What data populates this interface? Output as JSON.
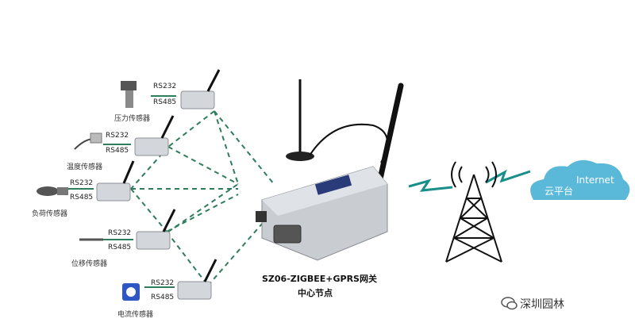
{
  "sensors": [
    {
      "name": "压力传感器",
      "rs232": "RS232",
      "rs485": "RS485"
    },
    {
      "name": "温度传感器",
      "rs232": "RS232",
      "rs485": "RS485"
    },
    {
      "name": "负荷传感器",
      "rs232": "RS232",
      "rs485": "RS485"
    },
    {
      "name": "位移传感器",
      "rs232": "RS232",
      "rs485": "RS485"
    },
    {
      "name": "电流传感器",
      "rs232": "RS232",
      "rs485": "RS485"
    }
  ],
  "gateway": {
    "title": "SZ06-ZIGBEE+GPRS网关",
    "subtitle": "中心节点"
  },
  "cloud": {
    "internet": "Internet",
    "platform": "云平台"
  },
  "watermark": {
    "text": "深圳园林",
    "icon": "wechat-icon"
  },
  "colors": {
    "link": "#2e7d5b",
    "lightning": "#1a8f8a",
    "cloud": "#5ab8d8",
    "device": "#c9cdd2"
  }
}
